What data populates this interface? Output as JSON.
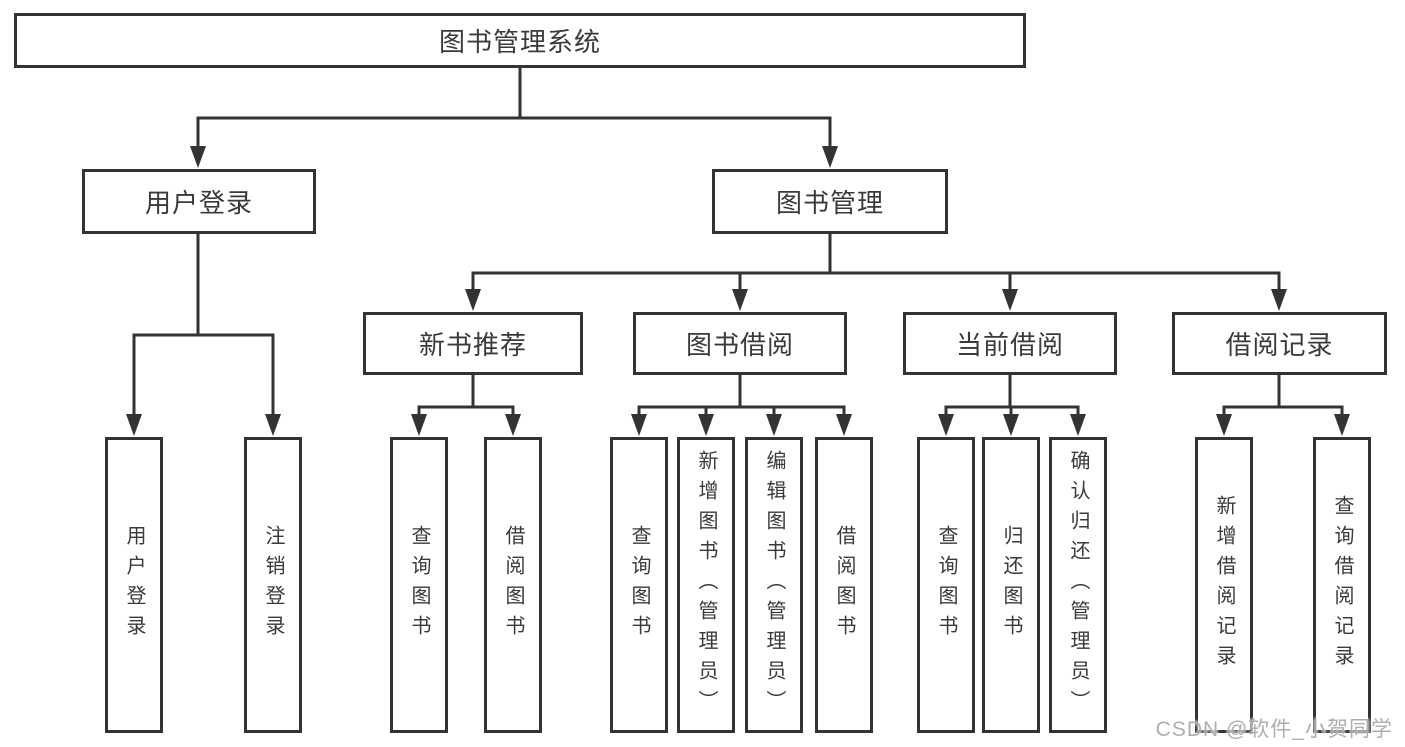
{
  "diagram": {
    "root": {
      "label": "图书管理系统"
    },
    "level2": [
      {
        "label": "用户登录",
        "children": [
          {
            "label": "用户登录"
          },
          {
            "label": "注销登录"
          }
        ]
      },
      {
        "label": "图书管理",
        "children": [
          {
            "label": "新书推荐",
            "children": [
              {
                "label": "查询图书"
              },
              {
                "label": "借阅图书"
              }
            ]
          },
          {
            "label": "图书借阅",
            "children": [
              {
                "label": "查询图书"
              },
              {
                "label": "新增图书（管理员）"
              },
              {
                "label": "编辑图书（管理员）"
              },
              {
                "label": "借阅图书"
              }
            ]
          },
          {
            "label": "当前借阅",
            "children": [
              {
                "label": "查询图书"
              },
              {
                "label": "归还图书"
              },
              {
                "label": "确认归还（管理员）"
              }
            ]
          },
          {
            "label": "借阅记录",
            "children": [
              {
                "label": "新增借阅记录"
              },
              {
                "label": "查询借阅记录"
              }
            ]
          }
        ]
      }
    ],
    "watermark": "CSDN @软件_小贺同学",
    "colors": {
      "line": "#333333",
      "box_border": "#333333",
      "text": "#3a3a3a",
      "background": "#ffffff",
      "watermark": "#a5a5a5"
    }
  }
}
